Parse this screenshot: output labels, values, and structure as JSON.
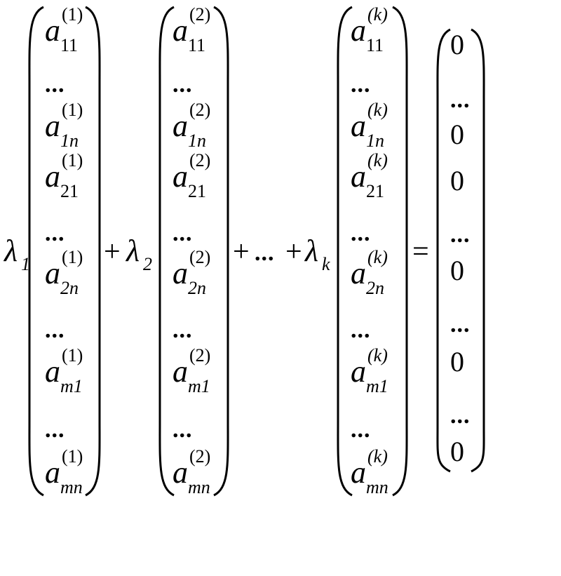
{
  "lambda": "λ",
  "dots": "...",
  "plus": "+",
  "equals": "=",
  "columns": [
    {
      "coef_sub": "1",
      "sup": "(1)",
      "rows": [
        {
          "type": "a",
          "sub": "11"
        },
        {
          "type": "dots"
        },
        {
          "type": "a",
          "sub": "1n"
        },
        {
          "type": "a",
          "sub": "21"
        },
        {
          "type": "dots"
        },
        {
          "type": "a",
          "sub": "2n"
        },
        {
          "type": "dots"
        },
        {
          "type": "a",
          "sub": "m1"
        },
        {
          "type": "dots"
        },
        {
          "type": "a",
          "sub": "mn"
        }
      ]
    },
    {
      "coef_sub": "2",
      "sup": "(2)",
      "rows": [
        {
          "type": "a",
          "sub": "11"
        },
        {
          "type": "dots"
        },
        {
          "type": "a",
          "sub": "1n"
        },
        {
          "type": "a",
          "sub": "21"
        },
        {
          "type": "dots"
        },
        {
          "type": "a",
          "sub": "2n"
        },
        {
          "type": "dots"
        },
        {
          "type": "a",
          "sub": "m1"
        },
        {
          "type": "dots"
        },
        {
          "type": "a",
          "sub": "mn"
        }
      ]
    },
    {
      "coef_sub": "k",
      "sup": "(k)",
      "rows": [
        {
          "type": "a",
          "sub": "11"
        },
        {
          "type": "dots"
        },
        {
          "type": "a",
          "sub": "1n"
        },
        {
          "type": "a",
          "sub": "21"
        },
        {
          "type": "dots"
        },
        {
          "type": "a",
          "sub": "2n"
        },
        {
          "type": "dots"
        },
        {
          "type": "a",
          "sub": "m1"
        },
        {
          "type": "dots"
        },
        {
          "type": "a",
          "sub": "mn"
        }
      ]
    }
  ],
  "zero_column": [
    "0",
    "...",
    "0",
    "0",
    "...",
    "0",
    "...",
    "0",
    "...",
    "0"
  ]
}
